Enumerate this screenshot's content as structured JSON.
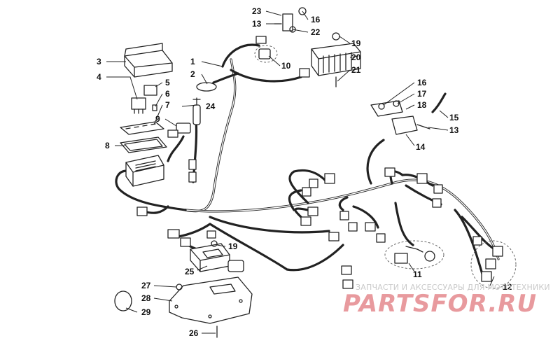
{
  "callouts": {
    "c1": "1",
    "c2": "2",
    "c3": "3",
    "c4": "4",
    "c5": "5",
    "c6": "6",
    "c7": "7",
    "c8": "8",
    "c9": "9",
    "c10": "10",
    "c11": "11",
    "c12": "12",
    "c13a": "13",
    "c13b": "13",
    "c15": "15",
    "c16a": "16",
    "c16b": "16",
    "c17": "17",
    "c18": "18",
    "c19a": "19",
    "c19b": "19",
    "c20": "20",
    "c21": "21",
    "c22": "22",
    "c23": "23",
    "c24": "24",
    "c25": "25",
    "c26": "26",
    "c27": "27",
    "c28": "28",
    "c29": "29",
    "c14": "14"
  },
  "watermark": {
    "subtitle": "ЗАПЧАСТИ И АКСЕССУАРЫ ДЛЯ МОТОТЕХНИКИ",
    "brand": "PARTSFOR.RU"
  },
  "colors": {
    "line": "#222222",
    "watermark_brand": "#e89a9e",
    "watermark_subtitle": "#c9c9c9"
  }
}
